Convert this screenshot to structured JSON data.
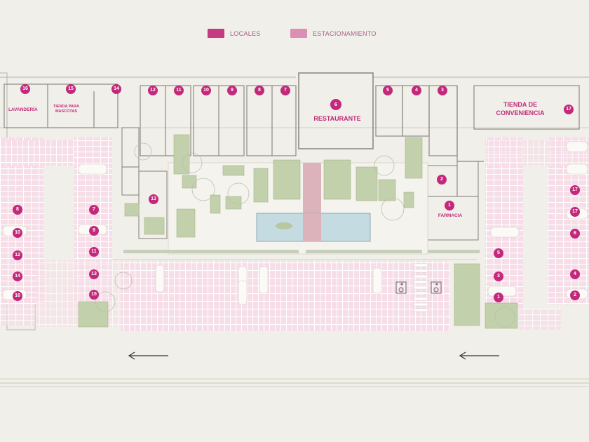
{
  "legend": {
    "locales": {
      "label": "LOCALES",
      "color": "#c63a82"
    },
    "estacionamiento": {
      "label": "ESTACIONAMIENTO",
      "color": "#dc8fb5"
    }
  },
  "labels": {
    "lavanderia": "LAVANDERÍA",
    "tienda_mascotas_1": "TIENDA PARA",
    "tienda_mascotas_2": "MASCOTAS",
    "restaurante_num": "6",
    "restaurante": "RESTAURANTE",
    "tienda_conv_1": "TIENDA DE",
    "tienda_conv_2": "CONVENIENCIA",
    "farmacia_num": "1",
    "farmacia": "FARMACIA"
  },
  "top_locales": [
    "16",
    "15",
    "14",
    "12",
    "11",
    "10",
    "9",
    "8",
    "7",
    "5",
    "4",
    "3",
    "17"
  ],
  "interior_locales": [
    "13",
    "2"
  ],
  "left_parking": {
    "outer": [
      "8",
      "10",
      "12",
      "14",
      "16"
    ],
    "inner": [
      "7",
      "9",
      "11",
      "13",
      "15"
    ]
  },
  "right_parking": {
    "inner": [
      "5",
      "3",
      "1"
    ],
    "outer": [
      "17",
      "17",
      "6",
      "4",
      "2"
    ]
  },
  "icons": {
    "arrows": [
      "arrow-left-icon",
      "arrow-left-icon"
    ],
    "accessible": [
      "wheelchair-icon",
      "wheelchair-icon"
    ]
  }
}
